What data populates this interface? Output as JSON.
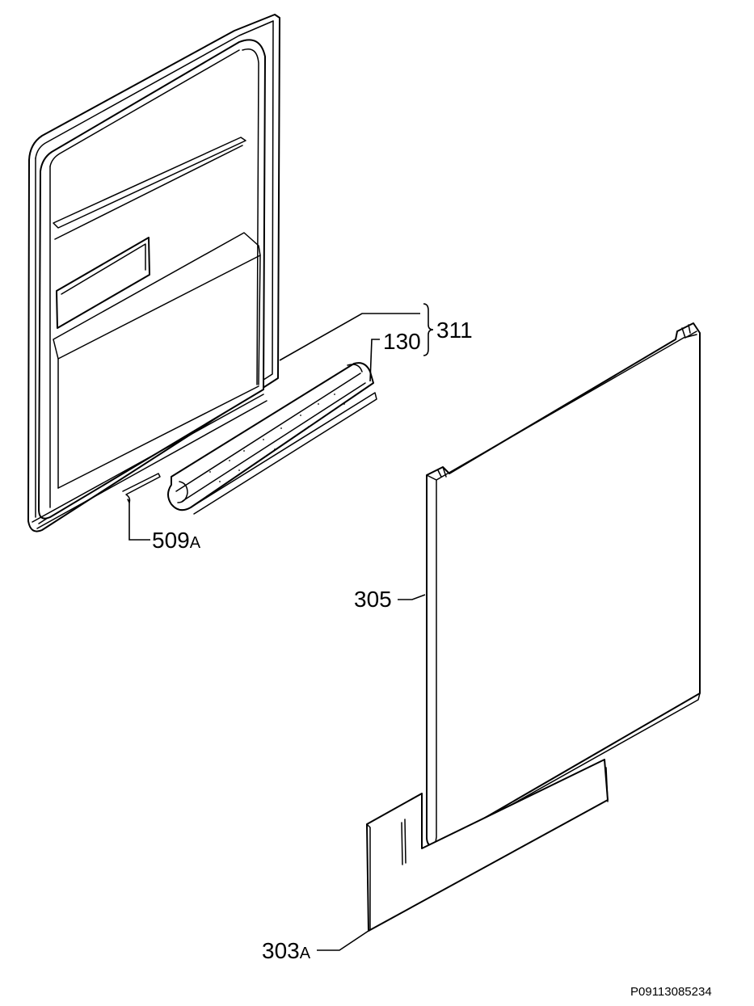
{
  "parts": [
    {
      "id": "inner_door",
      "name": "inner-door-panel"
    },
    {
      "id": "gasket",
      "name": "door-gasket"
    },
    {
      "id": "clip",
      "name": "gasket-clip"
    },
    {
      "id": "outer_door",
      "name": "outer-door-panel"
    },
    {
      "id": "kick_plate",
      "name": "kick-plate"
    }
  ],
  "labels": {
    "l311": {
      "number": "311",
      "suffix": ""
    },
    "l130": {
      "number": "130",
      "suffix": ""
    },
    "l509": {
      "number": "509",
      "suffix": "A"
    },
    "l305": {
      "number": "305",
      "suffix": ""
    },
    "l303": {
      "number": "303",
      "suffix": "A"
    }
  },
  "reference_code": "P09113085234",
  "colors": {
    "line": "#000000",
    "background": "#ffffff"
  }
}
